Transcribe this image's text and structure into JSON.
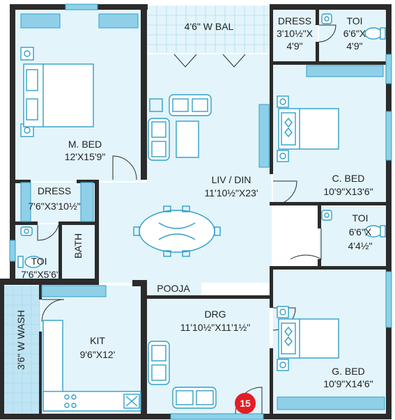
{
  "plan_number": "15",
  "colors": {
    "wall": "#2b2b2b",
    "floor": "#e3f4fb",
    "furniture": "#2f9fc9",
    "badge": "#e31e24"
  },
  "rooms": {
    "balcony": {
      "name": "4'6\" W BAL"
    },
    "dress1": {
      "name": "DRESS",
      "size": "3'10½\"X",
      "size2": "4'9\""
    },
    "toi1": {
      "name": "TOI",
      "size": "6'6\"X",
      "size2": "4'9\""
    },
    "master_bed": {
      "name": "M. BED",
      "size": "12'X15'9\""
    },
    "liv_din": {
      "name": "LIV / DIN",
      "size": "11'10½\"X23'"
    },
    "c_bed": {
      "name": "C. BED",
      "size": "10'9\"X13'6\""
    },
    "dress2": {
      "name": "DRESS",
      "size": "7'6\"X3'10½\""
    },
    "bath": {
      "name": "BATH"
    },
    "toi2": {
      "name": "TOI",
      "size": "7'6\"X5'6\""
    },
    "toi3": {
      "name": "TOI",
      "size": "6'6\"X",
      "size2": "4'4½\""
    },
    "wash": {
      "name": "3'6\" W WASH"
    },
    "pooja": {
      "name": "POOJA"
    },
    "kit": {
      "name": "KIT",
      "size": "9'6\"X12'"
    },
    "drg": {
      "name": "DRG",
      "size": "11'10½\"X11'1½\""
    },
    "g_bed": {
      "name": "G. BED",
      "size": "10'9\"X14'6\""
    }
  }
}
